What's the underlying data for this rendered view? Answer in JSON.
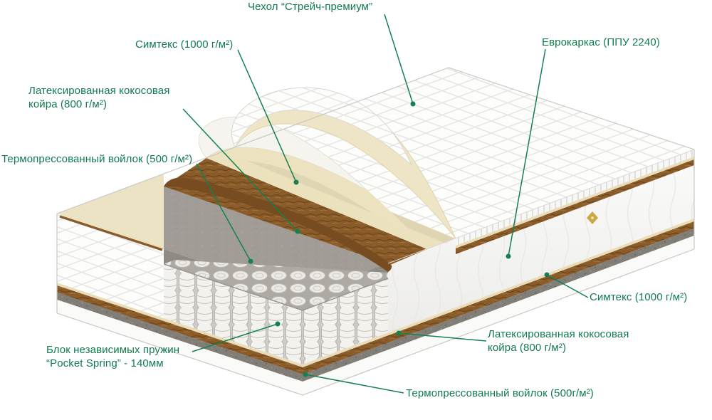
{
  "labels": {
    "cover": "Чехол “Стрейч-премиум”",
    "simtex_left": "Симтекс (1000 г/м²)",
    "coir_left": "Латексированная кокосовая\nкойра (800 г/м²)",
    "felt_left": "Термопрессованный войлок (500 г/м²)",
    "frame": "Еврокаркас (ППУ 2240)",
    "simtex_right": "Симтекс (1000 г/м²)",
    "coir_right": "Латексированная кокосовая\nкойра (800 г/м²)",
    "felt_bottom": "Термопрессованный войлок (500г/м²)",
    "springs": "Блок независимых пружин\n“Pocket Spring” - 140мм"
  },
  "colors": {
    "accent_green": "#117a4e",
    "leader_line": "#168050",
    "coir_brown": "#8a5c2a",
    "simtex_cream": "#ece1bd",
    "felt_gray": "#817d77",
    "emblem_gold": "#c9a742",
    "background": "#ffffff"
  },
  "illustration": {
    "subject": "mattress-layered-cutaway"
  }
}
